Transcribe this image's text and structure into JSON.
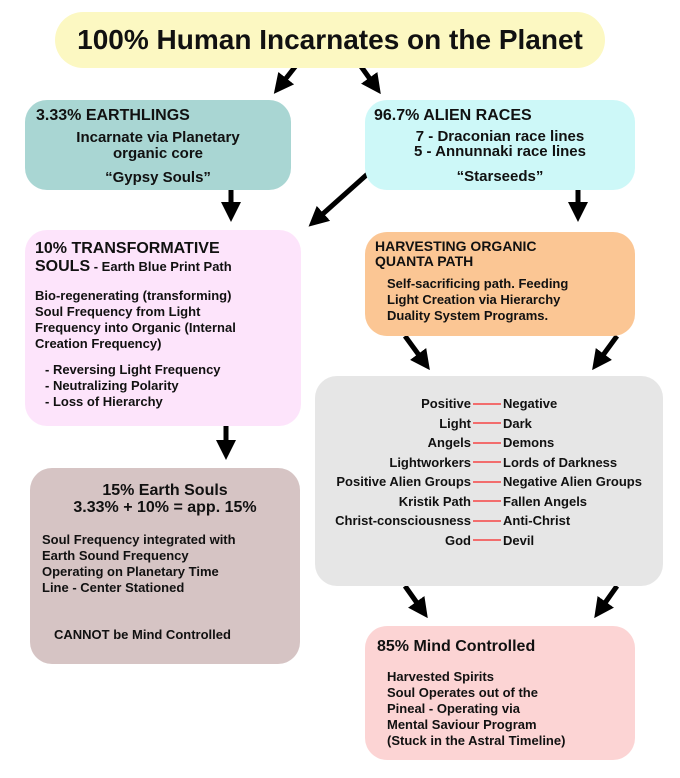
{
  "title": "100% Human Incarnates on the Planet",
  "earthlings": {
    "heading": "3.33% EARTHLINGS",
    "line1": "Incarnate via Planetary",
    "line2": "organic core",
    "quote": "“Gypsy Souls”"
  },
  "aliens": {
    "heading": "96.7% ALIEN RACES",
    "line1": "7 - Draconian race lines",
    "line2": "5 - Annunnaki race lines",
    "quote": "“Starseeds”"
  },
  "transformative": {
    "heading": "10% TRANSFORMATIVE",
    "heading2": "SOULS",
    "subheading": " - Earth Blue Print Path",
    "body": [
      "Bio-regenerating (transforming)",
      "Soul Frequency from Light",
      "Frequency into Organic (Internal",
      "Creation Frequency)"
    ],
    "bullets": [
      "- Reversing Light Frequency",
      "- Neutralizing Polarity",
      "- Loss of Hierarchy"
    ]
  },
  "harvesting": {
    "heading1": "HARVESTING ORGANIC",
    "heading2": "QUANTA PATH",
    "body": [
      "Self-sacrificing path. Feeding",
      "Light Creation via Hierarchy",
      "Duality System Programs."
    ]
  },
  "duality": [
    {
      "left": "Positive",
      "right": "Negative"
    },
    {
      "left": "Light",
      "right": "Dark"
    },
    {
      "left": "Angels",
      "right": "Demons"
    },
    {
      "left": "Lightworkers",
      "right": "Lords of Darkness"
    },
    {
      "left": "Positive Alien Groups",
      "right": "Negative Alien Groups"
    },
    {
      "left": "Kristik Path",
      "right": "Fallen Angels"
    },
    {
      "left": "Christ-consciousness",
      "right": "Anti-Christ"
    },
    {
      "left": "God",
      "right": "Devil"
    }
  ],
  "earth_souls": {
    "heading1": "15% Earth Souls",
    "heading2": "3.33% + 10% = app. 15%",
    "body": [
      "Soul Frequency integrated with",
      "Earth Sound Frequency",
      "Operating on Planetary Time",
      "Line - Center Stationed"
    ],
    "note": "CANNOT be Mind Controlled"
  },
  "mind_controlled": {
    "heading": "85% Mind Controlled",
    "body": [
      "Harvested Spirits",
      "Soul Operates out of the",
      "Pineal - Operating via",
      "Mental Saviour Program",
      "(Stuck in the Astral Timeline)"
    ]
  },
  "colors": {
    "title": "#fcf8c2",
    "earthlings": "#a9d6d3",
    "aliens": "#cdf8f8",
    "transformative": "#fde4fb",
    "harvesting": "#fbc694",
    "duality": "#e6e6e6",
    "earth_souls": "#d6c4c4",
    "mind_controlled": "#fcd4d4",
    "connector": "#f26d6d"
  }
}
